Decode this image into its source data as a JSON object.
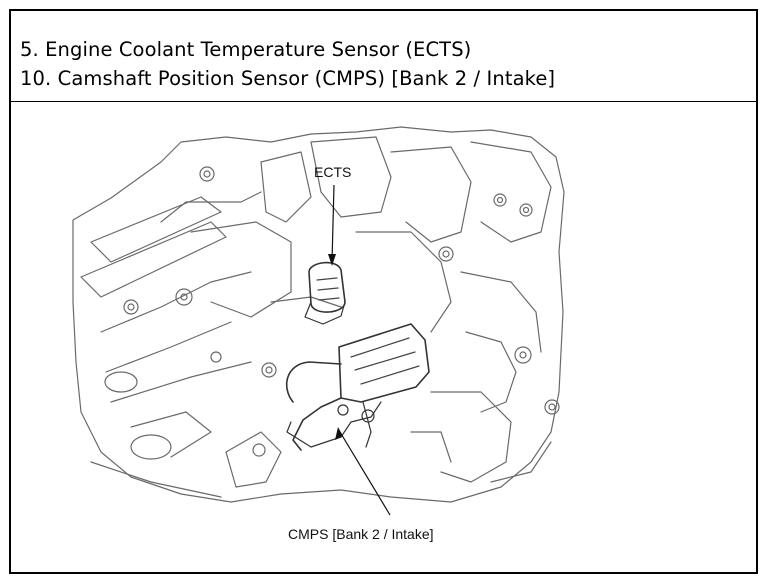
{
  "header": {
    "line1": "5. Engine Coolant Temperature Sensor (ECTS)",
    "line2": "10. Camshaft Position Sensor (CMPS) [Bank 2 / Intake]"
  },
  "diagram": {
    "labels": {
      "ects": "ECTS",
      "cmps": "CMPS [Bank 2 / Intake]"
    }
  }
}
